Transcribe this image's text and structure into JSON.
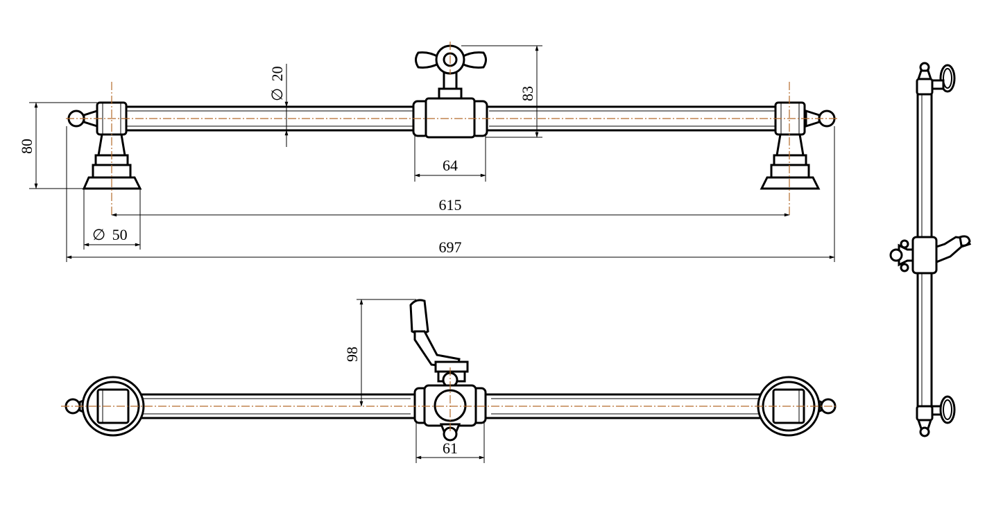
{
  "dimensions": {
    "pipe_diameter": "20",
    "top_mount_height": "83",
    "bracket_height": "80",
    "valve_width_top": "64",
    "bracket_centers": "615",
    "base_diameter": "50",
    "overall_length": "697",
    "lever_height": "98",
    "valve_width_bottom": "61"
  },
  "symbols": {
    "diameter": "∅"
  },
  "colors": {
    "outline": "#000000",
    "centerline": "#b56a2a"
  }
}
